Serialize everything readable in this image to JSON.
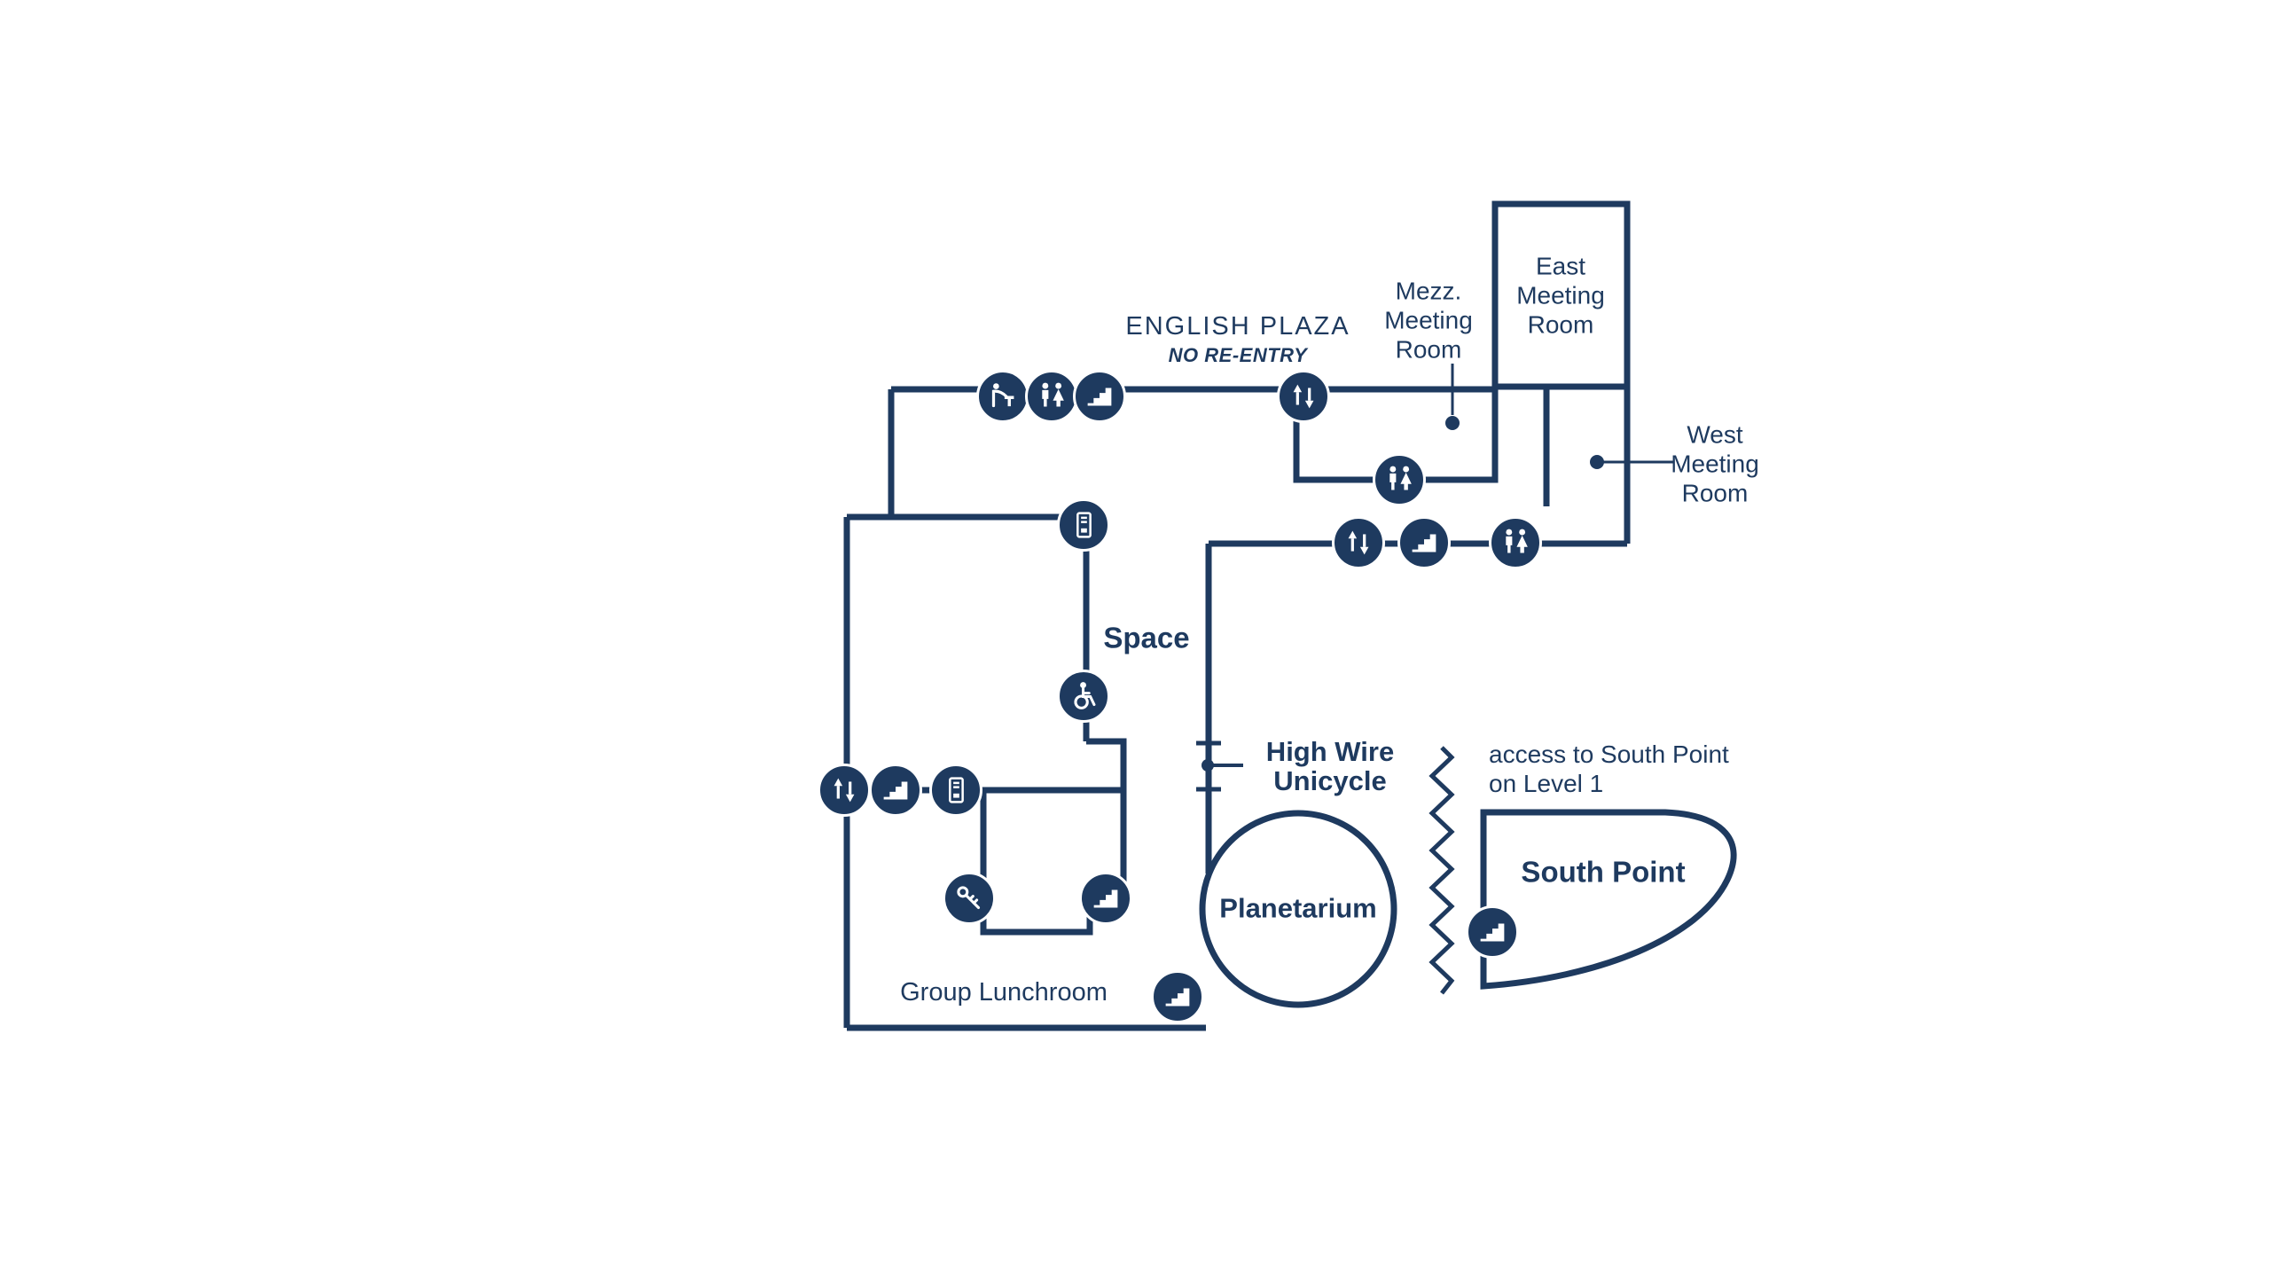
{
  "entrance": {
    "label": "ENGLISH PLAZA",
    "note": "NO RE-ENTRY"
  },
  "rooms": {
    "mezz_meeting": {
      "line1": "Mezz.",
      "line2": "Meeting",
      "line3": "Room"
    },
    "east_meeting": {
      "line1": "East",
      "line2": "Meeting",
      "line3": "Room"
    },
    "west_meeting": {
      "line1": "West",
      "line2": "Meeting",
      "line3": "Room"
    },
    "space": {
      "label": "Space"
    },
    "high_wire": {
      "line1": "High Wire",
      "line2": "Unicycle"
    },
    "planetarium": {
      "label": "Planetarium"
    },
    "group_lunchroom": {
      "label": "Group Lunchroom"
    },
    "south_point": {
      "label": "South Point",
      "access_line1": "access to South Point",
      "access_line2": "on Level 1"
    }
  },
  "icons_legend": {
    "elevator": "up-down-arrows",
    "stairs": "steps-glyph",
    "restroom": "man-woman-figures",
    "accessible": "wheelchair-figure",
    "drinking_fountain": "bending-person-at-fountain",
    "vending": "machine-outline",
    "lockers": "key-glyph"
  },
  "colors": {
    "navy": "#1e3a5f",
    "background": "#ffffff"
  }
}
